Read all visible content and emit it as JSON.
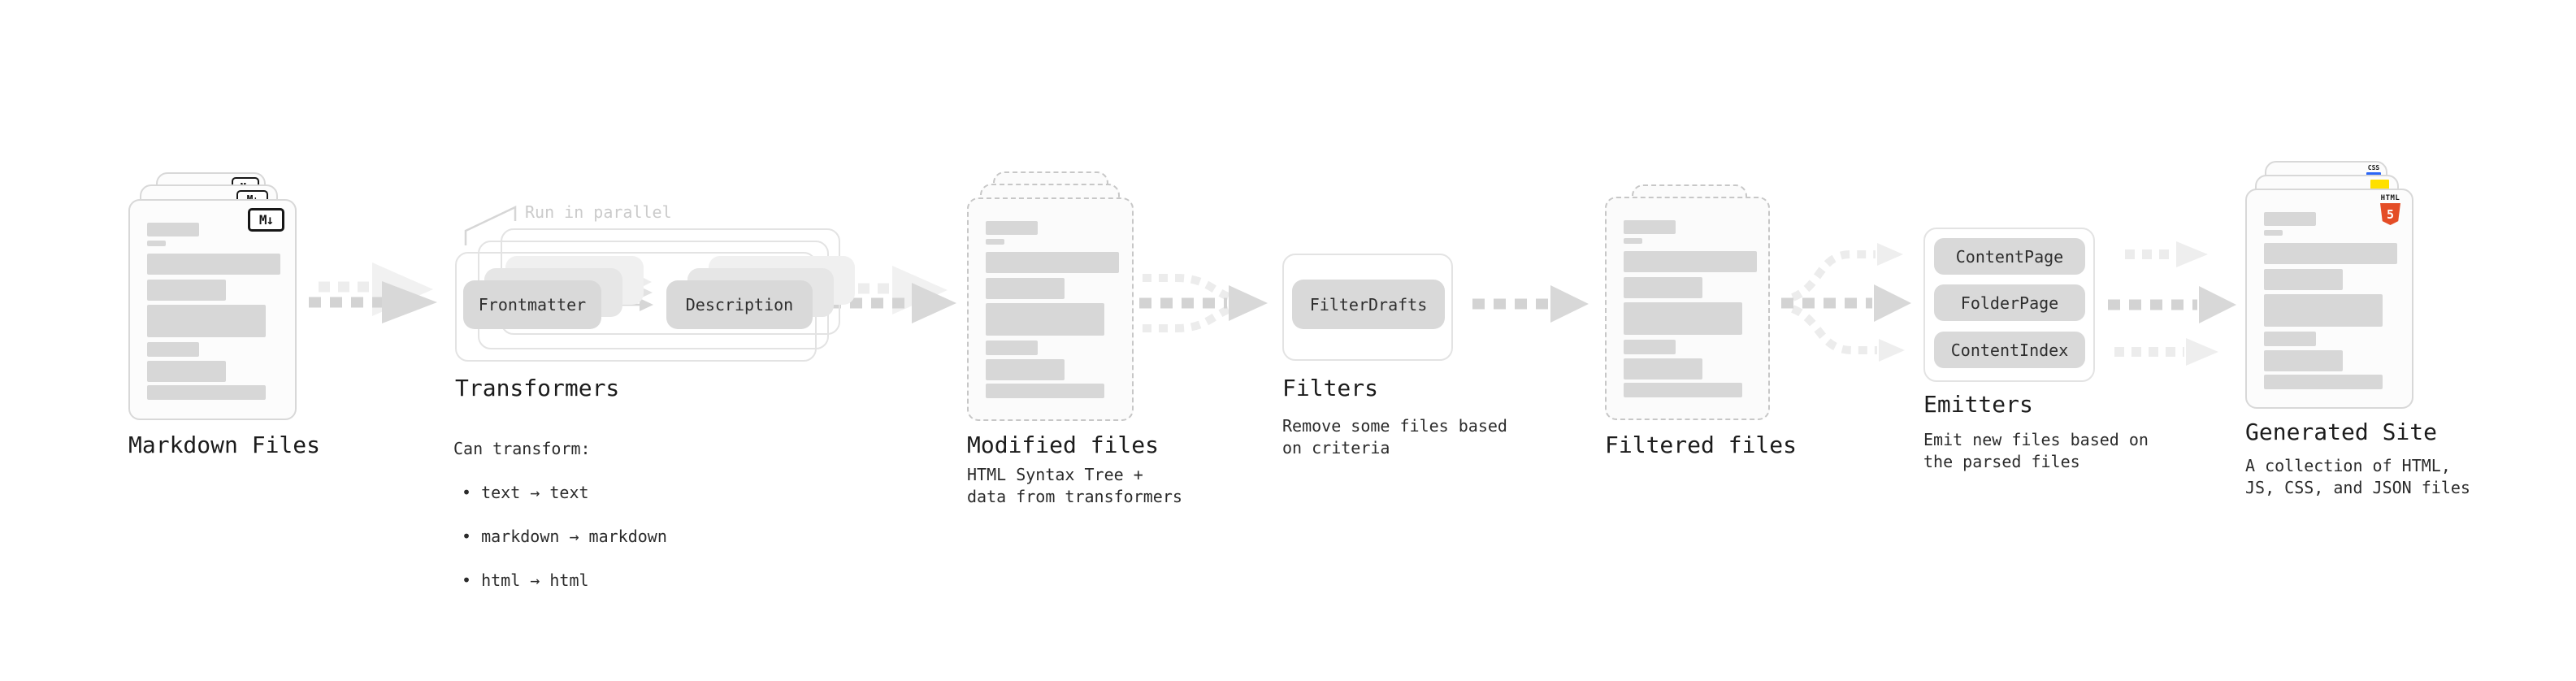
{
  "diagram": {
    "markdown_files": {
      "label": "Markdown Files",
      "icon_glyph": "M↓"
    },
    "transformers": {
      "annotation": "Run in parallel",
      "pill_left": "Frontmatter",
      "pill_right": "Description",
      "label": "Transformers",
      "desc_lead": "Can transform:",
      "bullets": [
        "text → text",
        "markdown → markdown",
        "html → html"
      ]
    },
    "modified_files": {
      "label": "Modified files",
      "desc": "HTML Syntax Tree +\ndata from transformers"
    },
    "filters": {
      "pill": "FilterDrafts",
      "label": "Filters",
      "desc": "Remove some files based\non criteria"
    },
    "filtered_files": {
      "label": "Filtered files"
    },
    "emitters": {
      "pills": [
        "ContentPage",
        "FolderPage",
        "ContentIndex"
      ],
      "label": "Emitters",
      "desc": "Emit new files based on\nthe parsed files"
    },
    "generated_site": {
      "label": "Generated Site",
      "desc": "A collection of HTML,\nJS, CSS, and JSON files",
      "css_icon_label": "CSS",
      "html5_word": "HTML",
      "html5_number": "5"
    },
    "colors": {
      "html5_orange": "#e44d26",
      "js_yellow": "#ffe000",
      "css_blue": "#2b66f6"
    }
  }
}
